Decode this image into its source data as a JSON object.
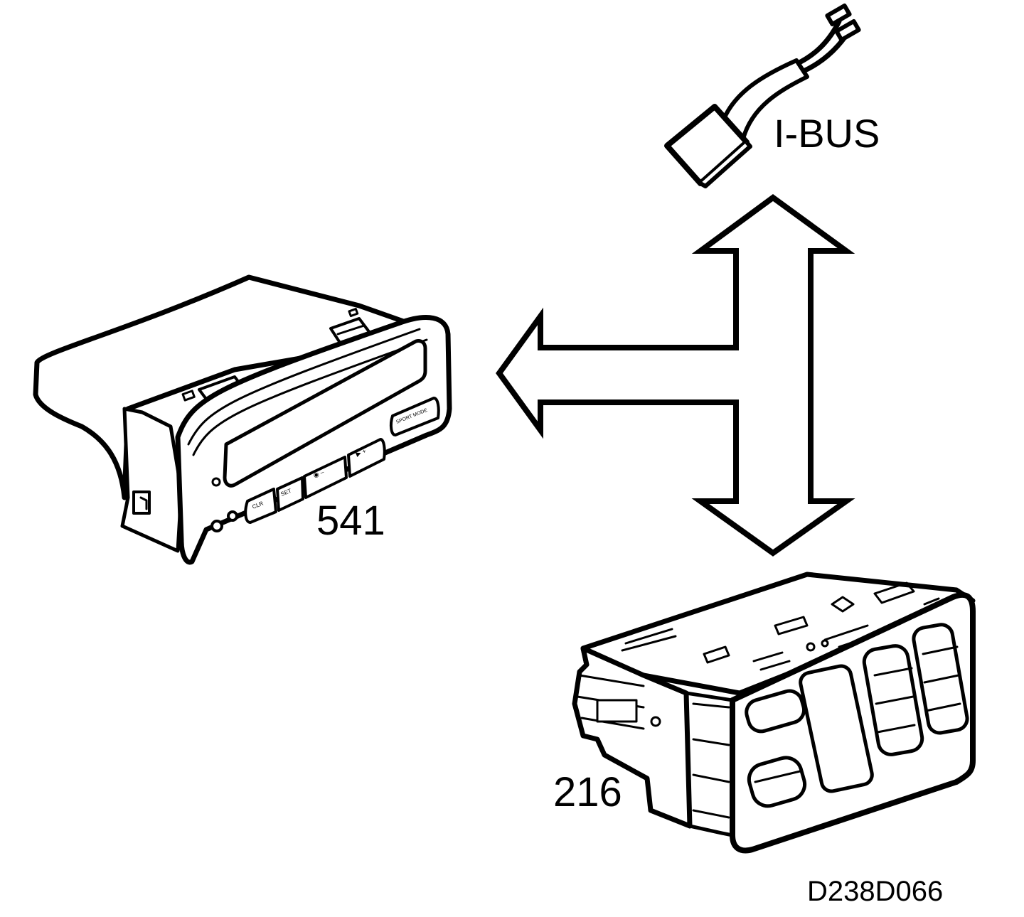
{
  "labels": {
    "ibus": "I-BUS",
    "unit_541": "541",
    "unit_216": "216",
    "figure_ref": "D238D066"
  },
  "button_legends": {
    "b1": "CLR",
    "b2": "SET",
    "b3": "◉ –",
    "b4": "▶ +",
    "b5": "SPORT MODE"
  },
  "colors": {
    "line": "#000000",
    "fill": "#ffffff"
  }
}
